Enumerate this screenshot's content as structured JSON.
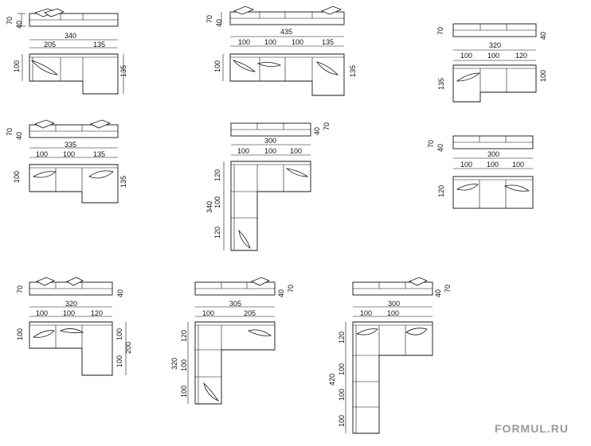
{
  "watermark": "FORMUL.RU",
  "configs": [
    {
      "id": "c1",
      "front": {
        "h_total": "70",
        "h_seat": "40",
        "width": "340",
        "seg": [
          "205",
          "135"
        ]
      },
      "plan": {
        "depth": "100",
        "chaise": "135"
      }
    },
    {
      "id": "c2",
      "front": {
        "h_total": "70",
        "h_seat": "40",
        "width": "435",
        "seg": [
          "100",
          "100",
          "100",
          "135"
        ]
      },
      "plan": {
        "depth": "100",
        "chaise": "135"
      }
    },
    {
      "id": "c3",
      "front": {
        "h_total": "70",
        "h_seat": "40",
        "width": "320",
        "seg": [
          "100",
          "100",
          "120"
        ]
      },
      "plan": {
        "depth": "100",
        "chaise": "135"
      }
    },
    {
      "id": "c4",
      "front": {
        "h_total": "70",
        "h_seat": "40",
        "width": "335",
        "seg": [
          "100",
          "100",
          "135"
        ]
      },
      "plan": {
        "depth": "100",
        "chaise": "135"
      }
    },
    {
      "id": "c5",
      "front": {
        "h_total": "70",
        "h_seat": "40",
        "width": "300",
        "seg": [
          "100",
          "100",
          "100"
        ]
      },
      "plan": {
        "depth": "120",
        "side": [
          "120",
          "100",
          "120"
        ],
        "side_total": "340"
      }
    },
    {
      "id": "c6",
      "front": {
        "h_total": "70",
        "h_seat": "40",
        "width": "300",
        "seg": [
          "100",
          "100",
          "100"
        ]
      },
      "plan": {
        "depth": "120"
      }
    },
    {
      "id": "c7",
      "front": {
        "h_total": "70",
        "h_seat": "40",
        "width": "320",
        "seg": [
          "100",
          "100",
          "120"
        ]
      },
      "plan": {
        "depth": "100",
        "side": [
          "100",
          "100"
        ],
        "side_total": "200"
      }
    },
    {
      "id": "c8",
      "front": {
        "h_total": "70",
        "h_seat": "40",
        "width": "305",
        "seg": [
          "100",
          "205"
        ]
      },
      "plan": {
        "side": [
          "120",
          "100",
          "100"
        ],
        "side_total": "320"
      }
    },
    {
      "id": "c9",
      "front": {
        "h_total": "70",
        "h_seat": "40",
        "width": "300",
        "seg": [
          "100",
          "100"
        ]
      },
      "plan": {
        "side": [
          "120",
          "100",
          "100",
          "100"
        ],
        "side_total": "420"
      }
    }
  ]
}
